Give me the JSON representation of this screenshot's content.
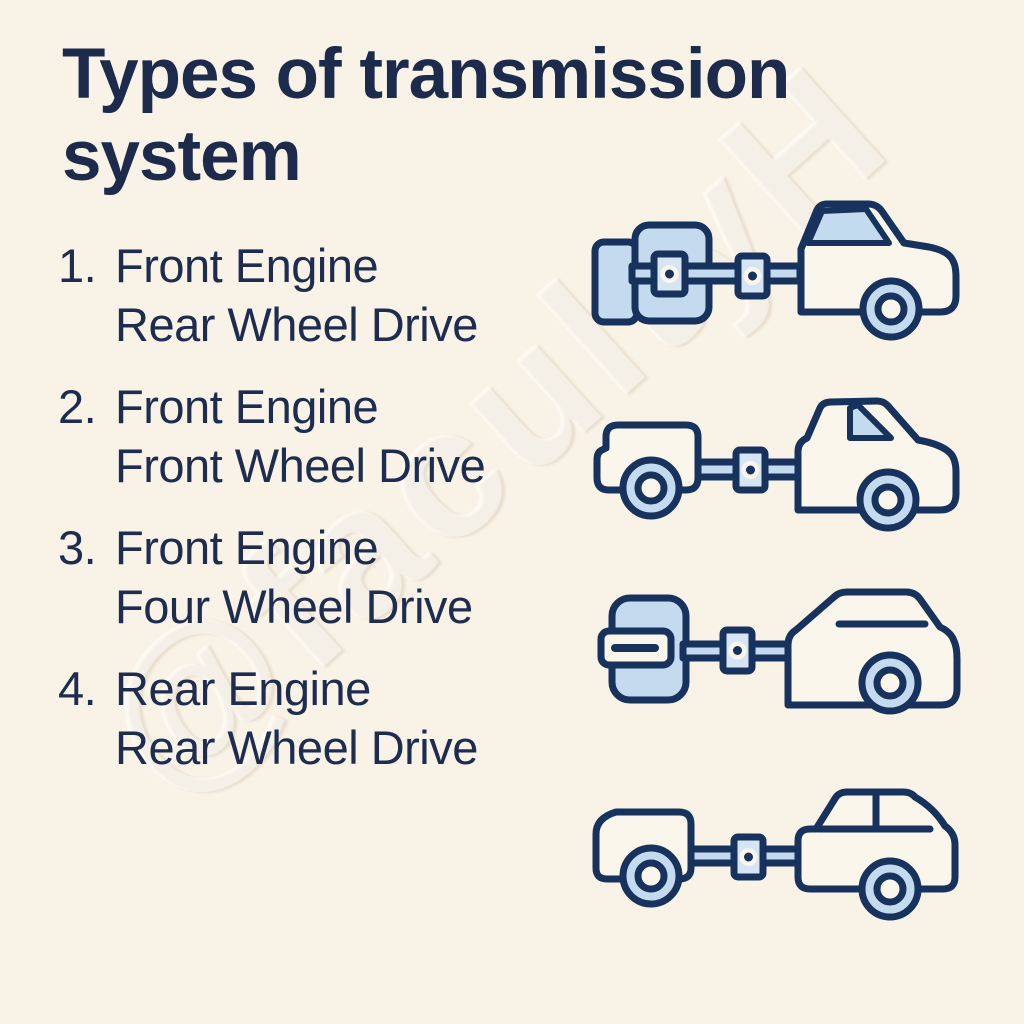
{
  "page": {
    "watermark_text": "@facultyH"
  },
  "title": {
    "text": "Types of transmission system"
  },
  "list": {
    "items": [
      {
        "number": "1.",
        "line1": "Front Engine",
        "line2": "Rear Wheel Drive"
      },
      {
        "number": "2.",
        "line1": "Front Engine",
        "line2": "Front Wheel Drive"
      },
      {
        "number": "3.",
        "line1": "Front Engine",
        "line2": "Four Wheel Drive"
      },
      {
        "number": "4.",
        "line1": "Rear Engine",
        "line2": "Rear Wheel Drive"
      }
    ]
  },
  "illustrations": [
    {
      "label": "Front Engine Rear Wheel Drive diagram"
    },
    {
      "label": "Front Engine Front Wheel Drive diagram"
    },
    {
      "label": "Front Engine Four Wheel Drive diagram"
    },
    {
      "label": "Rear Engine Rear Wheel Drive diagram"
    }
  ],
  "colors": {
    "background": "#f9f2e6",
    "text_navy": "#1c2a4b",
    "outline_navy": "#16325d",
    "light_blue": "#c4daef",
    "vehicle_fill": "#fbf6ec",
    "watermark": "rgba(255,253,246,0.48)"
  }
}
